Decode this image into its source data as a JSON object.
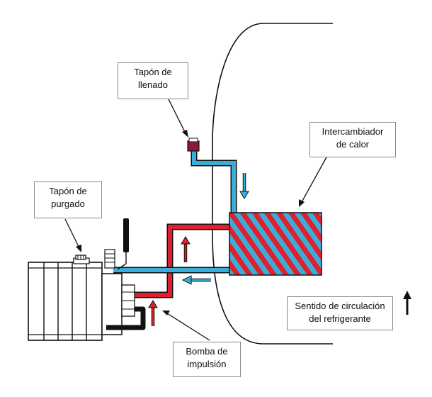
{
  "labels": {
    "filler_cap": {
      "line1": "Tapón de",
      "line2": "llenado"
    },
    "heat_exchanger": {
      "line1": "Intercambiador",
      "line2": "de calor"
    },
    "bleed_plug": {
      "line1": "Tapón de",
      "line2": "purgado"
    },
    "pump": {
      "line1": "Bomba de",
      "line2": "impulsión"
    },
    "circulation": {
      "line1": "Sentido de circulación",
      "line2": "del refrigerante"
    }
  },
  "colors": {
    "hot_pipe": "#e0202e",
    "cold_pipe": "#3aaed8",
    "filler_cap": "#8b1a3a",
    "outline": "#111111",
    "box_border": "#8a8a8a"
  },
  "icons": {
    "circulation_indicator": "up-arrow"
  }
}
